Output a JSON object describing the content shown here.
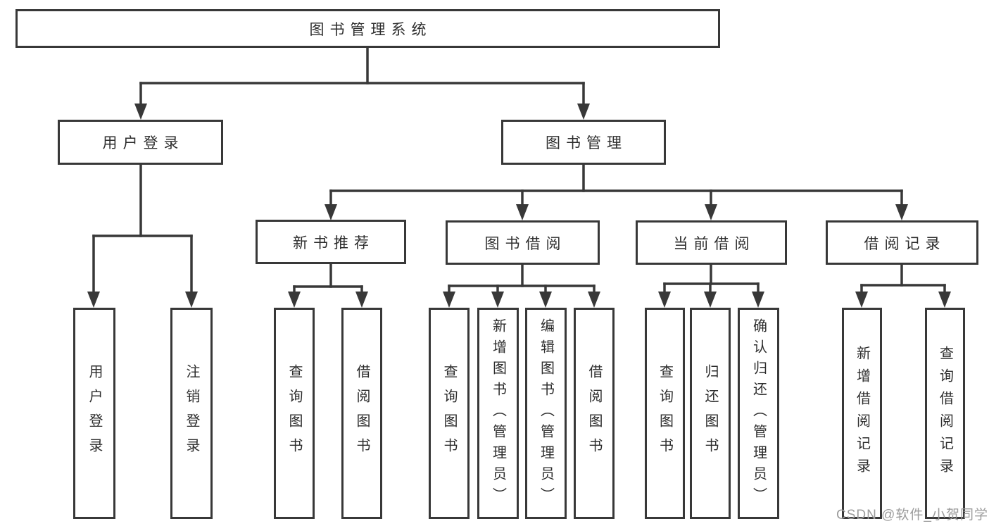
{
  "tree": {
    "root": {
      "label": "图书管理系统"
    },
    "children": [
      {
        "label": "用户登录",
        "children": [
          {
            "label": "用户登录"
          },
          {
            "label": "注销登录"
          }
        ]
      },
      {
        "label": "图书管理",
        "children": [
          {
            "label": "新书推荐",
            "children": [
              {
                "label": "查询图书"
              },
              {
                "label": "借阅图书"
              }
            ]
          },
          {
            "label": "图书借阅",
            "children": [
              {
                "label": "查询图书"
              },
              {
                "label": "新增图书（管理员）"
              },
              {
                "label": "编辑图书（管理员）"
              },
              {
                "label": "借阅图书"
              }
            ]
          },
          {
            "label": "当前借阅",
            "children": [
              {
                "label": "查询图书"
              },
              {
                "label": "归还图书"
              },
              {
                "label": "确认归还（管理员）"
              }
            ]
          },
          {
            "label": "借阅记录",
            "children": [
              {
                "label": "新增借阅记录"
              },
              {
                "label": "查询借阅记录"
              }
            ]
          }
        ]
      }
    ]
  },
  "watermark": {
    "text": "CSDN @软件_小贺同学"
  },
  "colors": {
    "line": "#383838",
    "box_border": "#383838",
    "text": "#2d2d2d",
    "watermark": "#9c9c9c",
    "background": "#ffffff"
  }
}
